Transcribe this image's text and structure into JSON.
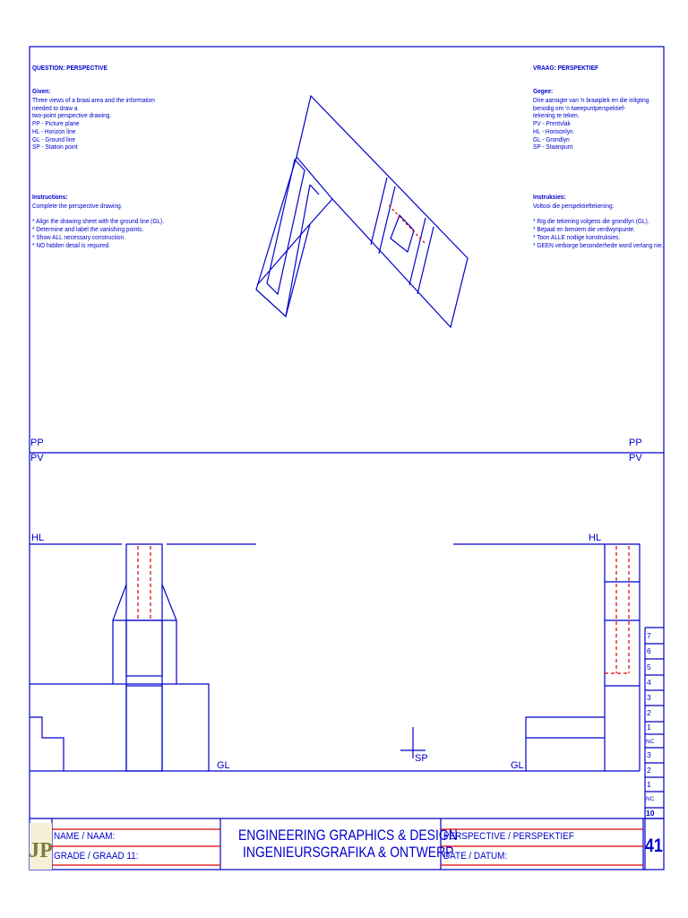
{
  "question_en": {
    "heading": "QUESTION:   PERSPECTIVE",
    "given_label": "Given:",
    "given_lines": [
      "Three views of a braai area and the information",
      "needed to draw a",
      "two-point perspective drawing.",
      "PP - Picture plane",
      "HL - Horizon line",
      "GL - Ground line",
      "SP - Station point"
    ],
    "instructions_label": "Instructions:",
    "instructions_lines": [
      "Complete the perspective drawing.",
      "",
      "* Align the drawing sheet with the ground line (GL).",
      "* Determine and label the vanishing points.",
      "* Show ALL necessary construction.",
      "* NO hidden detail is required."
    ]
  },
  "question_af": {
    "heading": "VRAAG:    PERSPEKTIEF",
    "given_label": "Gegee:",
    "given_lines": [
      "Drie aansigte van 'n braaiplek en die inligting",
      "benodig om 'n tweepuntperspektief-",
      "tekening te teken.",
      "PV - Prentvlak",
      "HL - Horisonlyn",
      "GL - Grondlyn",
      "SP - Staanpunt"
    ],
    "instructions_label": "Instruksies:",
    "instructions_lines": [
      "Voltooi die perspektieftekening.",
      "",
      "* Rig die tekening volgens die grondlyn (GL).",
      "* Bepaal en benoem die verdwynpunte.",
      "* Toon ALLE nodige konstruksies.",
      "* GEEN verborge besonderhede word verlang nie."
    ]
  },
  "drawing_labels": {
    "pp_left": "PP",
    "pv_left": "PV",
    "pp_right": "PP",
    "pv_right": "PV",
    "hl_left": "HL",
    "hl_right": "HL",
    "gl_left": "GL",
    "gl_right": "GL",
    "sp": "SP"
  },
  "marks_column": {
    "upper": [
      "7",
      "6",
      "5",
      "4",
      "3",
      "2",
      "1",
      "NC"
    ],
    "lower": [
      "3",
      "2",
      "1",
      "NC"
    ],
    "total": "10"
  },
  "title_block": {
    "name_label": "NAME / NAAM:",
    "grade_label": "GRADE / GRAAD 11:",
    "subject_en": "ENGINEERING GRAPHICS &  DESIGN",
    "subject_af": "INGENIEURSGRAFIKA & ONTWERP",
    "topic": "PERSPECTIVE / PERSPEKTIEF",
    "date_label": "DATE / DATUM:",
    "page_number": "41",
    "logo_text": "JP"
  },
  "colors": {
    "line": "#0000cc",
    "hidden": "#dd0000",
    "title_rule": "#dd0000"
  }
}
